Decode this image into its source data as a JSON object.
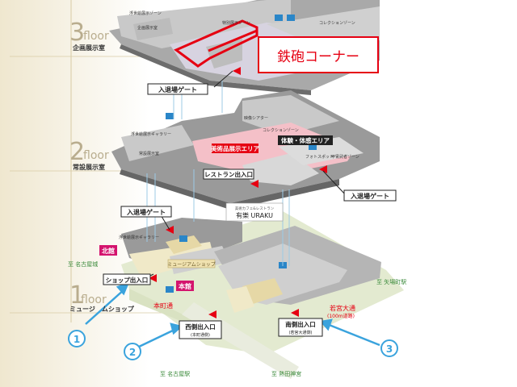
{
  "floors": {
    "f3": {
      "num": "3",
      "word": "floor",
      "sub": "企画展示室"
    },
    "f2": {
      "num": "2",
      "word": "floor",
      "sub": "常設展示室"
    },
    "f1": {
      "num": "1",
      "word": "floor",
      "sub": "ミュージ　ムショップ"
    }
  },
  "highlight": {
    "label": "鉄砲コーナー",
    "color": "#e60012"
  },
  "gates": {
    "gate3": "入退場ゲート",
    "gate2": "入退場ゲート",
    "gate1": "入退場ゲート"
  },
  "zones": {
    "f3_small": [
      "浮世絵展示ゾーン",
      "企画展示室",
      "特別展示ゾーン",
      "コレクションゾーン"
    ],
    "f2_small": [
      "映像シアター",
      "コレクションゾーン",
      "浮世絵展示ギャラリー",
      "常設展示室",
      "甲冑武者ゾーン",
      "フォトスポット"
    ],
    "art_area": "美術品展示エリア",
    "exp_area": "体験・体感エリア",
    "restaurant_entrance": "レストラン出入口",
    "cafe_small": "美術カフェ&レストラン",
    "cafe_name": "有樂 URAKU",
    "f1_gallery": "浮世絵展示ギャラリー",
    "shop_sign": "ミュージアムショップ"
  },
  "buildings": {
    "north": "北館",
    "main": "本館"
  },
  "entrances": {
    "shop": "ショップ出入口",
    "west": "西側出入口",
    "west_sub": "(本町通側)",
    "south": "南側出入口",
    "south_sub": "(若宮大通側)"
  },
  "directions": {
    "nagoya_castle": "至 名古屋城",
    "yabacho": "至 矢場町駅",
    "nagoya_station": "至 名古屋駅",
    "atsuta": "至 熱田神宮"
  },
  "streets": {
    "honmachi": "本町通",
    "wakamiya": "若宮大通",
    "wakamiya_sub": "(100m道路)"
  },
  "markers": {
    "m1": "1",
    "m2": "2",
    "m3": "3"
  },
  "colors": {
    "red": "#e60012",
    "pink": "#f4c0c8",
    "marker_blue": "#3aa3dd",
    "marker_fill": "#ffffff",
    "green_text": "#3a8a3a",
    "floor_tint": "#f3eddc"
  }
}
